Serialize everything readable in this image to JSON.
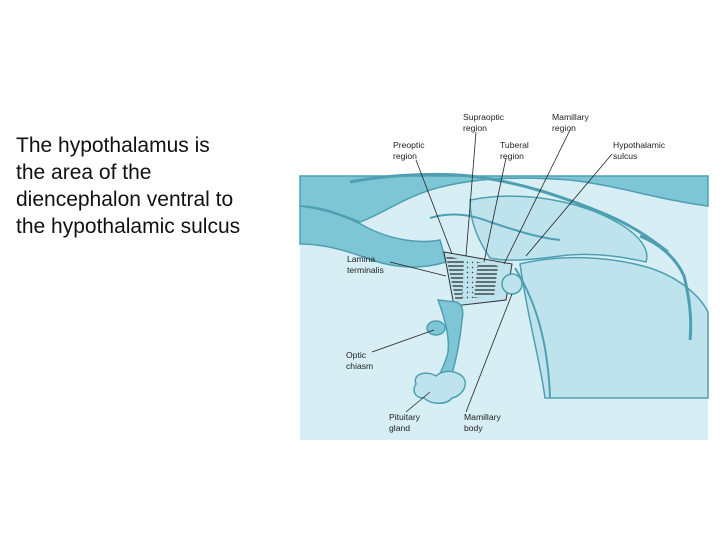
{
  "slide": {
    "text_lines": [
      "The hypothalamus is",
      "the area of the",
      "diencephalon ventral to",
      "the hypothalamic sulcus"
    ]
  },
  "diagram": {
    "labels": {
      "supraoptic": [
        "Supraoptic",
        "region"
      ],
      "mamillary_region": [
        "Mamillary",
        "region"
      ],
      "preoptic": [
        "Preoptic",
        "region"
      ],
      "tuberal": [
        "Tuberal",
        "region"
      ],
      "hypothalamic_sulcus": [
        "Hypothalamic",
        "sulcus"
      ],
      "lamina": [
        "Lamina",
        "terminalis"
      ],
      "optic": [
        "Optic",
        "chiasm"
      ],
      "pituitary": [
        "Pituitary",
        "gland"
      ],
      "mamillary_body": [
        "Mamillary",
        "body"
      ]
    },
    "colors": {
      "tissue": "#7ec6d6",
      "tissue_light": "#bfe3ec",
      "tissue_dark": "#4f9fb3",
      "background_panel": "#d6eef4"
    }
  }
}
